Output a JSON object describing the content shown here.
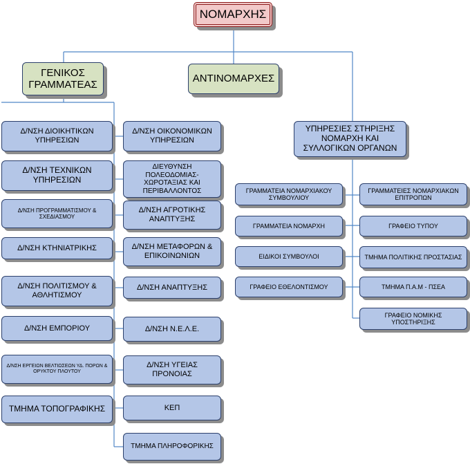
{
  "top": "ΝΟΜΑΡΧΗΣ",
  "level1": {
    "general_secretary": "ΓΕΝΙΚΟΣ ΓΡΑΜΜΑΤΕΑΣ",
    "deputy_prefects": "ΑΝΤΙΝΟΜΑΡΧΕΣ",
    "support_services": "ΥΠΗΡΕΣΙΕΣ ΣΤΗΡΙΞΗΣ ΝΟΜΑΡΧΗ ΚΑΙ ΣΥΛΛΟΓΙΚΩΝ ΟΡΓΑΝΩΝ"
  },
  "left_column": [
    "Δ/ΝΣΗ ΔΙΟΙΚΗΤΙΚΩΝ ΥΠΗΡΕΣΙΩΝ",
    "Δ/ΝΣΗ ΤΕΧΝΙΚΩΝ ΥΠΗΡΕΣΙΩΝ",
    "Δ/ΝΣΗ ΠΡΟΓΡΑΜΜΑΤΙΣΜΟΥ & ΣΧΕΔΙΑΣΜΟΥ",
    "Δ/ΝΣΗ ΚΤΗΝΙΑΤΡΙΚΗΣ",
    "Δ/ΝΣΗ ΠΟΛΙΤΙΣΜΟΥ & ΑΘΛΗΤΙΣΜΟΥ",
    "Δ/ΝΣΗ ΕΜΠΟΡΙΟΥ",
    "Δ/ΝΣΗ ΕΡΓΕΙΩΝ ΒΕΛΤΙΩΣΕΩΝ ΥΔ. ΠΟΡΩΝ & ΟΡΥΚΤΟΥ ΠΛΟΥΤΟΥ",
    "ΤΜΗΜΑ ΤΟΠΟΓΡΑΦΙΚΗΣ"
  ],
  "middle_column": [
    "Δ/ΝΣΗ ΟΙΚΟΝΟΜΙΚΩΝ ΥΠΗΡΕΣΙΩΝ",
    "ΔΙΕΥΘΥΝΣΗ ΠΟΛΕΟΔΟΜΙΑΣ- ΧΩΡΟΤΑΞΙΑΣ ΚΑΙ ΠΕΡΙΒΑΛΛΟΝΤΟΣ",
    "Δ/ΝΣΗ ΑΓΡΟΤΙΚΗΣ ΑΝΑΠΤΥΞΗΣ",
    "Δ/ΝΣΗ ΜΕΤΑΦΟΡΩΝ & ΕΠΙΚΟΙΝΩΝΙΩΝ",
    "Δ/ΝΣΗ ΑΝΑΠΤΥΞΗΣ",
    "Δ/ΝΣΗ Ν.Ε.Λ.Ε.",
    "Δ/ΝΣΗ ΥΓΕΙΑΣ ΠΡΟΝΟΙΑΣ",
    "ΚΕΠ",
    "ΤΜΗΜΑ ΠΛΗΡΟΦΟΡΙΚΗΣ"
  ],
  "support_left": [
    "ΓΡΑΜΜΑΤΕΙΑ ΝΟΜΑΡΧΙΑΚΟΥ ΣΥΜΒΟΥΛΙΟΥ",
    "ΓΡΑΜΜΑΤΕΙΑ ΝΟΜΑΡΧΗ",
    "ΕΙΔΙΚΟΙ ΣΥΜΒΟΥΛΟΙ",
    "ΓΡΑΦΕΙΟ ΕΘΕΛΟΝΤΙΣΜΟΥ"
  ],
  "support_right": [
    "ΓΡΑΜΜΑΤΕΙΕΣ ΝΟΜΑΡΧΙΑΚΩΝ ΕΠΙΤΡΟΠΩΝ",
    "ΓΡΑΦΕΙΟ ΤΥΠΟΥ",
    "ΤΜΗΜΑ ΠΟΛΙΤΙΚΗΣ ΠΡΟΣΤΑΣΙΑΣ",
    "ΤΜΗΜΑ Π.Α.Μ - ΠΣΕΑ",
    "ΓΡΑΦΕΙΟ ΝΟΜΙΚΗΣ ΥΠΟΣΤΗΡΙΞΗΣ"
  ],
  "colors": {
    "line": "#4f86c6",
    "box": "#b4c6e7",
    "green": "#d7e2c2",
    "top": "#f2c9c9"
  }
}
